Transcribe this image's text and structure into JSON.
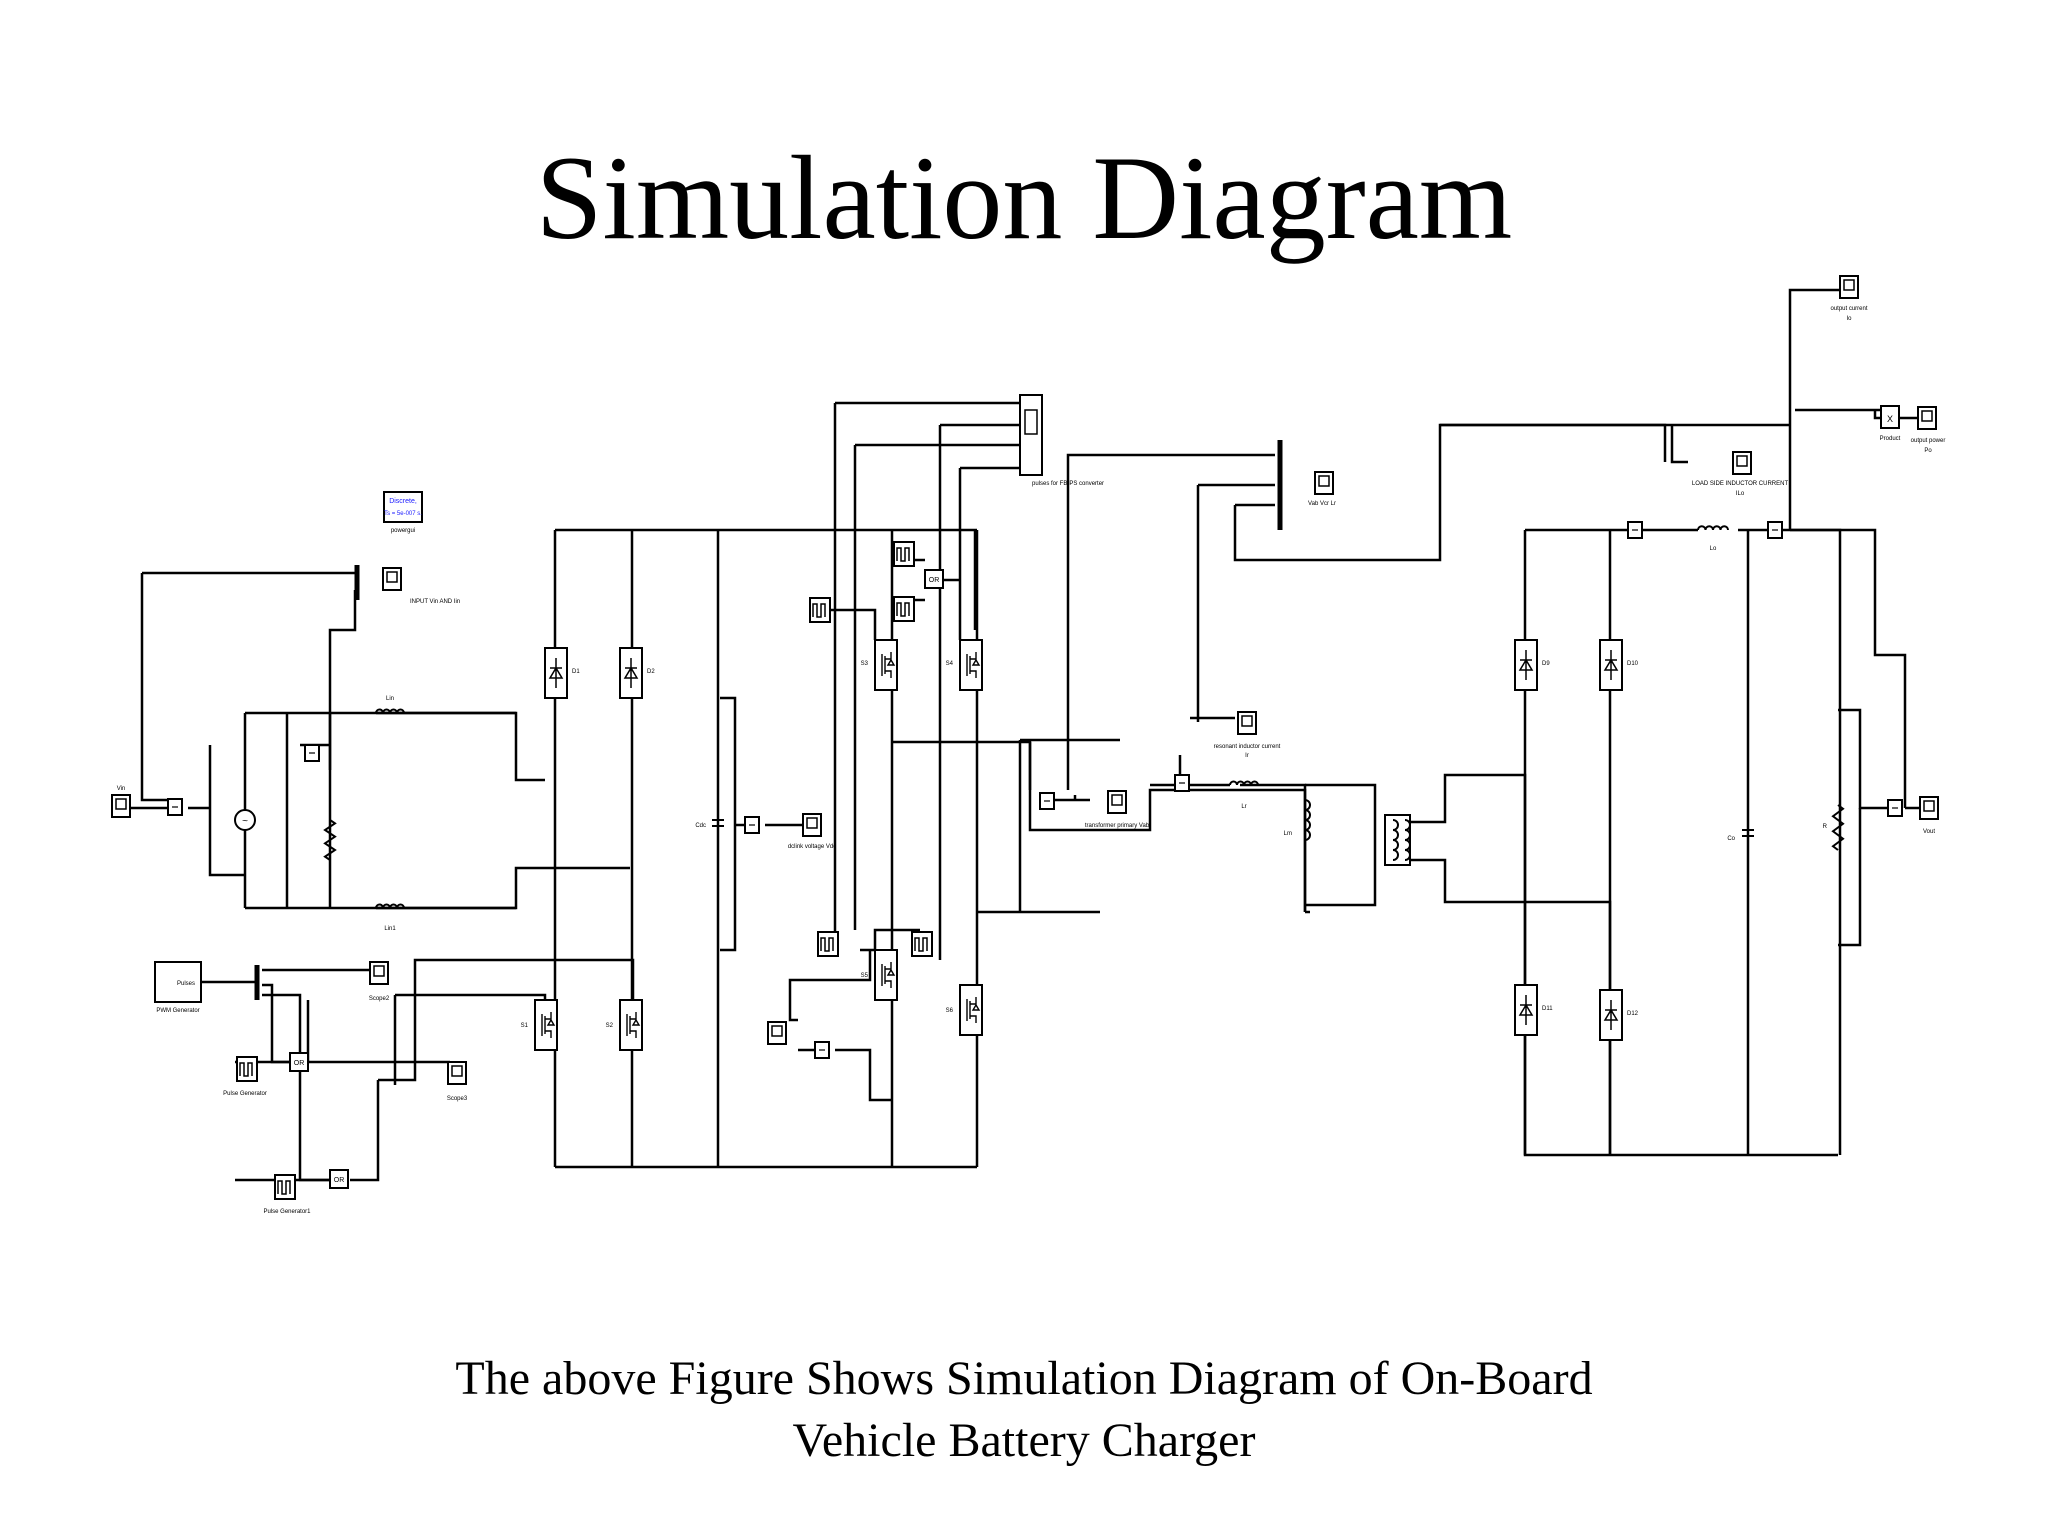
{
  "slide": {
    "title": "Simulation Diagram",
    "caption_line1": "The above Figure Shows Simulation Diagram of On-Board",
    "caption_line2": "Vehicle Battery Charger"
  },
  "colors": {
    "wire": "#000000",
    "block_fill": "#ffffff",
    "powergui_text": "#1a1aff"
  },
  "labels": {
    "powergui_l1": "Discrete,",
    "powergui_l2": "Ts = 5e-007 s.",
    "powergui_caption": "powergui",
    "input_scope": "INPUT Vin AND Iin",
    "vin": "Vin",
    "lin": "Lin",
    "lin1": "Lin1",
    "pwm_out": "Pulses",
    "pwm_caption": "PWM Generator",
    "scope2": "Scope2",
    "scope3": "Scope3",
    "pulse_gen": "Pulse Generator",
    "pulse_gen1": "Pulse Generator1",
    "or": "OR",
    "s1": "S1",
    "s2": "S2",
    "s3": "S3",
    "s4": "S4",
    "s5": "S5",
    "s6": "S6",
    "d1": "D1",
    "d2": "D2",
    "cdc": "Cdc",
    "vcdc": "dclink voltage Vdc",
    "pulses_scope": "pulses for FB-PS converter",
    "vab_vlr": "Vab Vcr Lr",
    "trans_vab": "transformer primary Vab",
    "resonant": "resonant inductor current",
    "ir": "Ir",
    "lr": "Lr",
    "lm": "Lm",
    "d9": "D9",
    "d10": "D10",
    "d11": "D11",
    "d12": "D12",
    "lo": "Lo",
    "co": "Co",
    "ro": "R",
    "ilo_label": "LOAD SIDE INDUCTOR CURRENT",
    "ilo": "ILo",
    "output_current": "output current",
    "io": "Io",
    "output_power": "output power",
    "po": "Po",
    "product": "Product",
    "vout": "Vout"
  }
}
